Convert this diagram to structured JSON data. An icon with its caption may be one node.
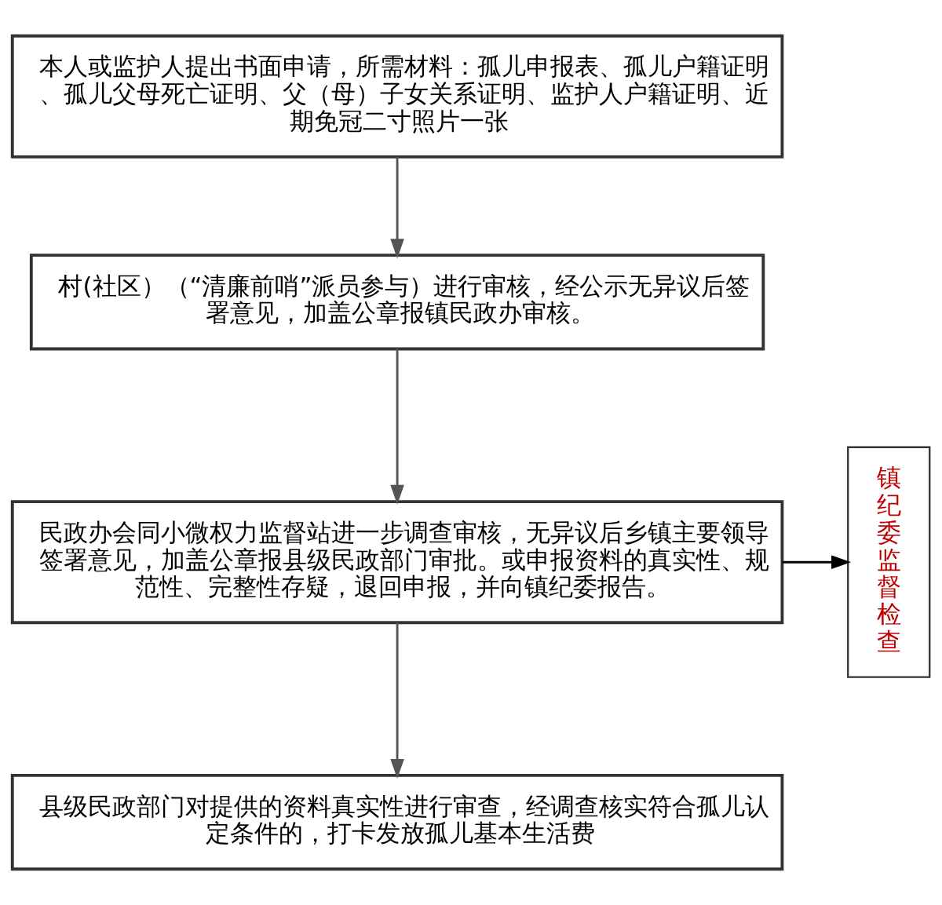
{
  "diagram": {
    "nodes": [
      {
        "text": [
          "本人或监护人提出书面申请，所需材料：孤儿申报表、孤儿户籍证明、孤儿父母死亡证明、父（母）子女关系证明、监护人户籍证明、近期免冠二寸照片一张"
        ]
      },
      {
        "text": [
          "村(社区）（“清廉前哨”派员参与）进行审核，经公示无异议后签署意见，加盖公章报镇民政办审核。"
        ]
      },
      {
        "text": [
          "民政办会同小微权力监督站进一步调查审核，无异议后乡镇主要领导签署意见，加盖公章报县级民政部门审批。或申报资料的真实性、规范性、完整性存疑，退回申报，并向镇纪委报告。"
        ]
      },
      {
        "text": [
          "镇纪委监督检查"
        ]
      },
      {
        "text": [
          "县级民政部门对提供的资料真实性进行审查，经调查核实符合孤儿认定条件的，打卡发放孤儿基本生活费"
        ]
      }
    ],
    "edges": [
      {
        "from": 0,
        "to": 1,
        "arrow": "to"
      },
      {
        "from": 1,
        "to": 2,
        "arrow": "to"
      },
      {
        "from": 2,
        "to": 3,
        "arrow": "to",
        "color": "#000000"
      },
      {
        "from": 2,
        "to": 4,
        "arrow": "to"
      }
    ]
  }
}
